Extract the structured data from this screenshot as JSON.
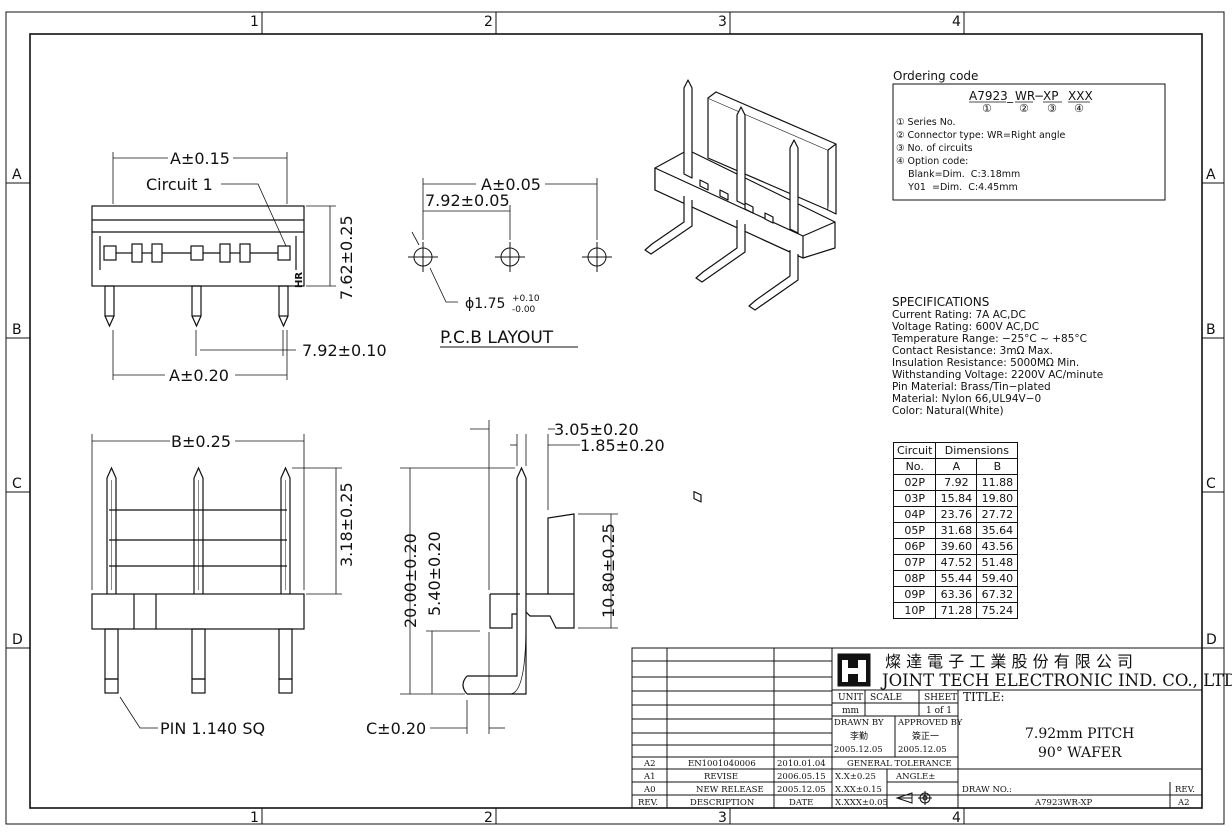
{
  "frame": {
    "columns": [
      "1",
      "2",
      "3",
      "4"
    ],
    "rows": [
      "A",
      "B",
      "C",
      "D"
    ]
  },
  "front_view": {
    "width_dim": "A±0.15",
    "circuit_label": "Circuit  1",
    "height_dim": "7.62±0.25",
    "marking": "HR",
    "pitch_dim": "7.92±0.10",
    "width_dim_bottom": "A±0.20"
  },
  "pcb_layout": {
    "width_dim": "A±0.05",
    "pitch_dim": "7.92±0.05",
    "hole_prefix": "ϕ1.75",
    "hole_tol_upper": "+0.10",
    "hole_tol_lower": "-0.00",
    "title": "P.C.B  LAYOUT"
  },
  "top_view": {
    "width_dim": "B±0.25",
    "height_dim": "3.18±0.25",
    "pin_label": "PIN  1.140  SQ"
  },
  "side_view": {
    "dim_a": "3.05±0.20",
    "dim_b": "1.85±0.20",
    "height_total": "20.00±0.20",
    "height_pin": "5.40±0.20",
    "height_body": "10.80±0.25",
    "dim_c": "C±0.20"
  },
  "ordering": {
    "title": "Ordering  code",
    "code_parts": [
      "A7923",
      "WR",
      "XP",
      "XXX"
    ],
    "code_numbers": [
      "①",
      "②",
      "③",
      "④"
    ],
    "items": [
      "① Series No.",
      "② Connector  type: WR=Right  angle",
      "③ No.  of  circuits",
      "④ Option  code:",
      "    Blank=Dim.  C:3.18mm",
      "    Y01  =Dim.  C:4.45mm"
    ]
  },
  "specifications": {
    "title": "SPECIFICATIONS",
    "lines": [
      "Current  Rating:  7A  AC,DC",
      "Voltage  Rating:  600V  AC,DC",
      "Temperature  Range:  −25°C  ~  +85°C",
      "Contact  Resistance:  3mΩ  Max.",
      "Insulation  Resistance:  5000MΩ  Min.",
      "Withstanding  Voltage:  2200V  AC/minute",
      "Pin  Material:  Brass/Tin−plated",
      "Material:  Nylon  66,UL94V−0",
      "Color:  Natural(White)"
    ]
  },
  "dimension_table": {
    "header_circuit": "Circuit",
    "header_dimensions": "Dimensions",
    "header_no": "No.",
    "header_a": "A",
    "header_b": "B",
    "rows": [
      [
        "02P",
        "7.92",
        "11.88"
      ],
      [
        "03P",
        "15.84",
        "19.80"
      ],
      [
        "04P",
        "23.76",
        "27.72"
      ],
      [
        "05P",
        "31.68",
        "35.64"
      ],
      [
        "06P",
        "39.60",
        "43.56"
      ],
      [
        "07P",
        "47.52",
        "51.48"
      ],
      [
        "08P",
        "55.44",
        "59.40"
      ],
      [
        "09P",
        "63.36",
        "67.32"
      ],
      [
        "10P",
        "71.28",
        "75.24"
      ]
    ]
  },
  "title_block": {
    "company_cn": "燦 達 電 子 工 業 股 份 有 限 公 司",
    "company_en": "JOINT TECH ELECTRONIC IND. CO., LTD.",
    "unit_label": "UNIT",
    "scale_label": "SCALE",
    "sheet_label": "SHEET",
    "unit_value": "mm",
    "sheet_value": "1 of 1",
    "title_label": "TITLE:",
    "title_line1": "7.92mm PITCH",
    "title_line2": "90° WAFER",
    "drawn_by_label": "DRAWN BY",
    "approved_by_label": "APPROVED BY",
    "drawn_by_name": "李勤",
    "approved_by_name": "簽正一",
    "drawn_date": "2005.12.05",
    "approved_date": "2005.12.05",
    "general_tolerance": "GENERAL TOLERANCE",
    "tol_1": "X.X±0.25",
    "tol_2": "X.XX±0.15",
    "tol_3": "X.XXX±0.05",
    "angle_label": "ANGLE±",
    "draw_no_label": "DRAW NO.:",
    "draw_no": "A7923WR-XP",
    "rev_label": "REV.",
    "rev_value": "A2",
    "revisions": [
      {
        "rev": "A2",
        "description": "EN1001040006",
        "date": "2010.01.04"
      },
      {
        "rev": "A1",
        "description": "REVISE",
        "date": "2006.05.15"
      },
      {
        "rev": "A0",
        "description": "NEW RELEASE",
        "date": "2005.12.05"
      }
    ],
    "hdr_rev": "REV.",
    "hdr_description": "DESCRIPTION",
    "hdr_date": "DATE"
  }
}
